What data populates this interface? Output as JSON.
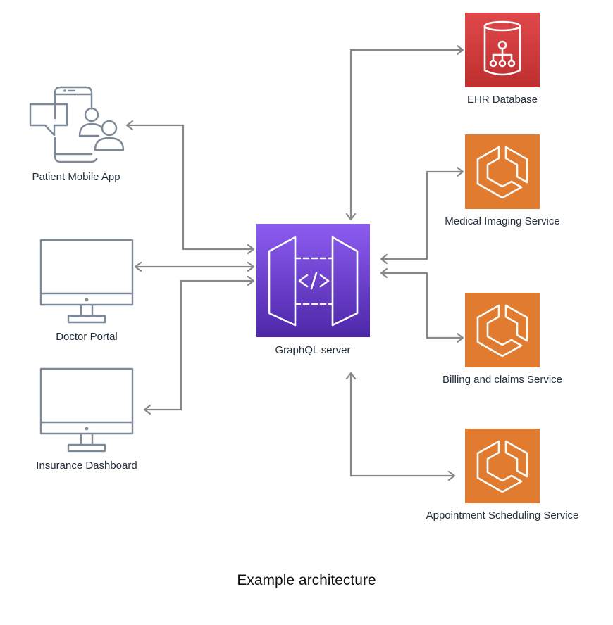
{
  "caption": "Example architecture",
  "colors": {
    "connector": "#888888",
    "client_icon": "#7d8998",
    "graphql_gradient_top": "#8c5cf0",
    "graphql_gradient_bottom": "#4d27a8",
    "database_top": "#e0484b",
    "database_bottom": "#be2f2f",
    "service_fill": "#e07b2f",
    "label_text": "#232f3e"
  },
  "clients": [
    {
      "id": "patient",
      "label": "Patient Mobile App",
      "icon": "mobile-chat-users-icon"
    },
    {
      "id": "doctor",
      "label": "Doctor Portal",
      "icon": "desktop-monitor-icon"
    },
    {
      "id": "insurance",
      "label": "Insurance Dashboard",
      "icon": "desktop-monitor-icon"
    }
  ],
  "server": {
    "label": "GraphQL server",
    "icon": "api-gateway-code-icon"
  },
  "backends": [
    {
      "id": "ehr",
      "label": "EHR Database",
      "icon": "database-hierarchy-icon"
    },
    {
      "id": "imaging",
      "label": "Medical Imaging Service",
      "icon": "container-service-icon"
    },
    {
      "id": "billing",
      "label": "Billing and claims Service",
      "icon": "container-service-icon"
    },
    {
      "id": "appointment",
      "label": "Appointment Scheduling Service",
      "icon": "container-service-icon"
    }
  ],
  "connections": [
    {
      "from": "GraphQL server",
      "to": "Patient Mobile App",
      "direction": "bidirectional"
    },
    {
      "from": "GraphQL server",
      "to": "Doctor Portal",
      "direction": "bidirectional"
    },
    {
      "from": "GraphQL server",
      "to": "Insurance Dashboard",
      "direction": "bidirectional"
    },
    {
      "from": "GraphQL server",
      "to": "EHR Database",
      "direction": "bidirectional"
    },
    {
      "from": "GraphQL server",
      "to": "Medical Imaging Service",
      "direction": "bidirectional"
    },
    {
      "from": "GraphQL server",
      "to": "Billing and claims Service",
      "direction": "bidirectional"
    },
    {
      "from": "GraphQL server",
      "to": "Appointment Scheduling Service",
      "direction": "bidirectional"
    }
  ]
}
